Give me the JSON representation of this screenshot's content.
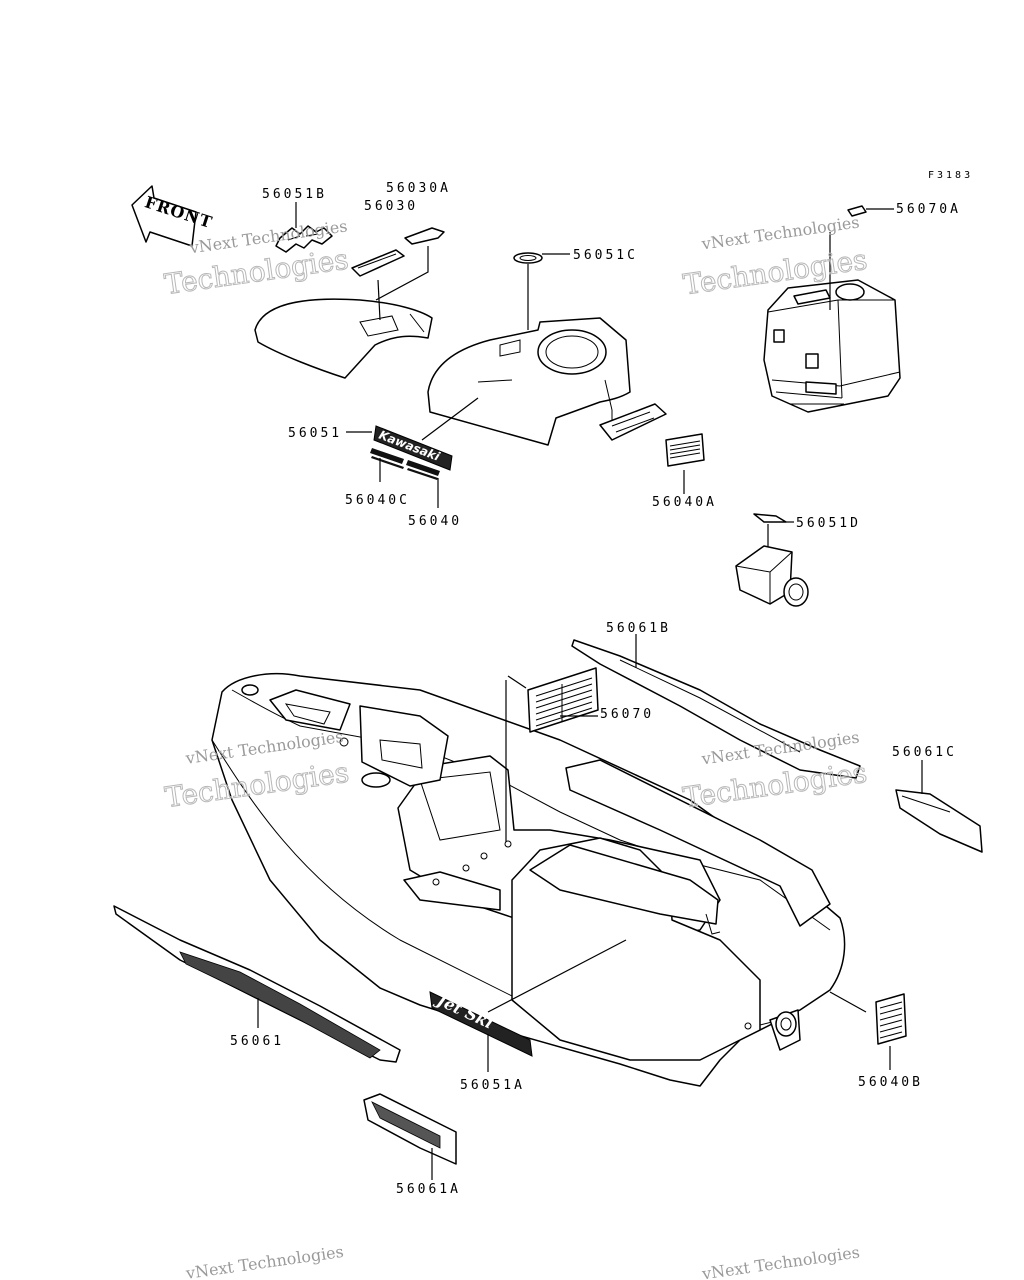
{
  "figure_code": "F3183",
  "front_arrow_text": "FRONT",
  "decal_texts": {
    "kawasaki": "Kawasaki",
    "jet_ski": "Jet Ski"
  },
  "watermark": {
    "line1": "vNext Technologies",
    "line2": "Technologies"
  },
  "part_labels": [
    "56051B",
    "56030A",
    "56030",
    "56051C",
    "56070A",
    "56051",
    "56040C",
    "56040",
    "56040A",
    "56051D",
    "56061B",
    "56070",
    "56061C",
    "56061",
    "56051A",
    "56040B",
    "56061A"
  ]
}
